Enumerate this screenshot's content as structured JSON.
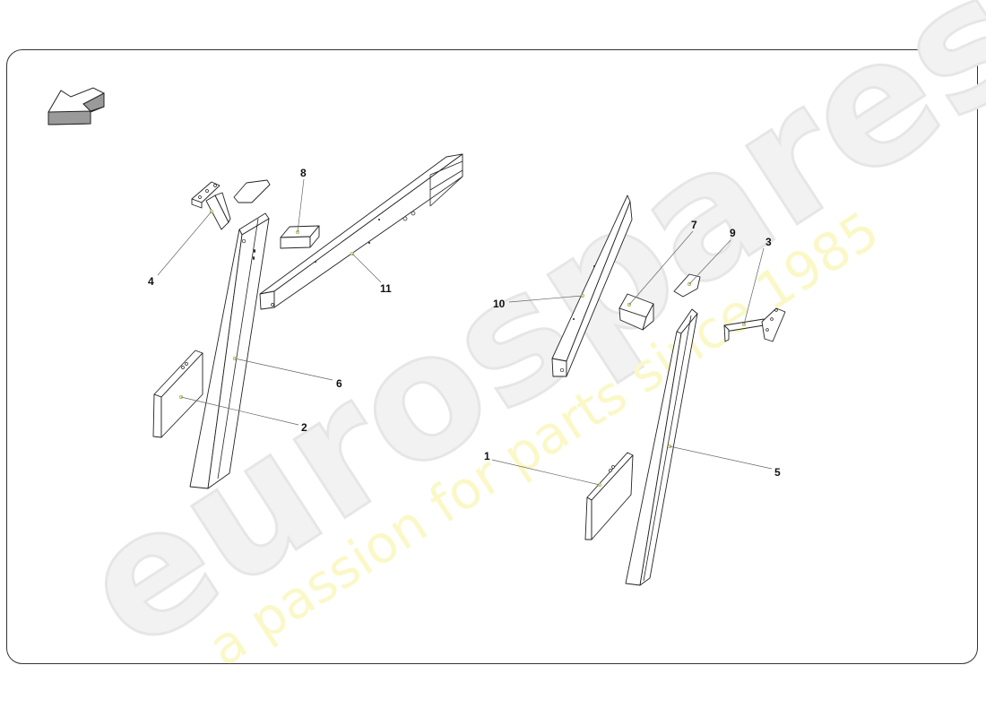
{
  "watermark": {
    "brand": "eurospares",
    "tagline": "a passion for parts since 1985",
    "brand_color": "#efefef",
    "tagline_color": "#fbf8c8"
  },
  "navigation": {
    "back_arrow_icon": "arrow-back-left-icon",
    "arrow_fill": "#9a9a9a"
  },
  "callouts": [
    {
      "id": "1",
      "label": "1"
    },
    {
      "id": "2",
      "label": "2"
    },
    {
      "id": "3",
      "label": "3"
    },
    {
      "id": "4",
      "label": "4"
    },
    {
      "id": "5",
      "label": "5"
    },
    {
      "id": "6",
      "label": "6"
    },
    {
      "id": "7",
      "label": "7"
    },
    {
      "id": "8",
      "label": "8"
    },
    {
      "id": "9",
      "label": "9"
    },
    {
      "id": "10",
      "label": "10"
    },
    {
      "id": "11",
      "label": "11"
    }
  ],
  "colors": {
    "frame_border": "#333333",
    "line": "#222222",
    "leader": "#666666",
    "pin": "#f3f0b0"
  }
}
